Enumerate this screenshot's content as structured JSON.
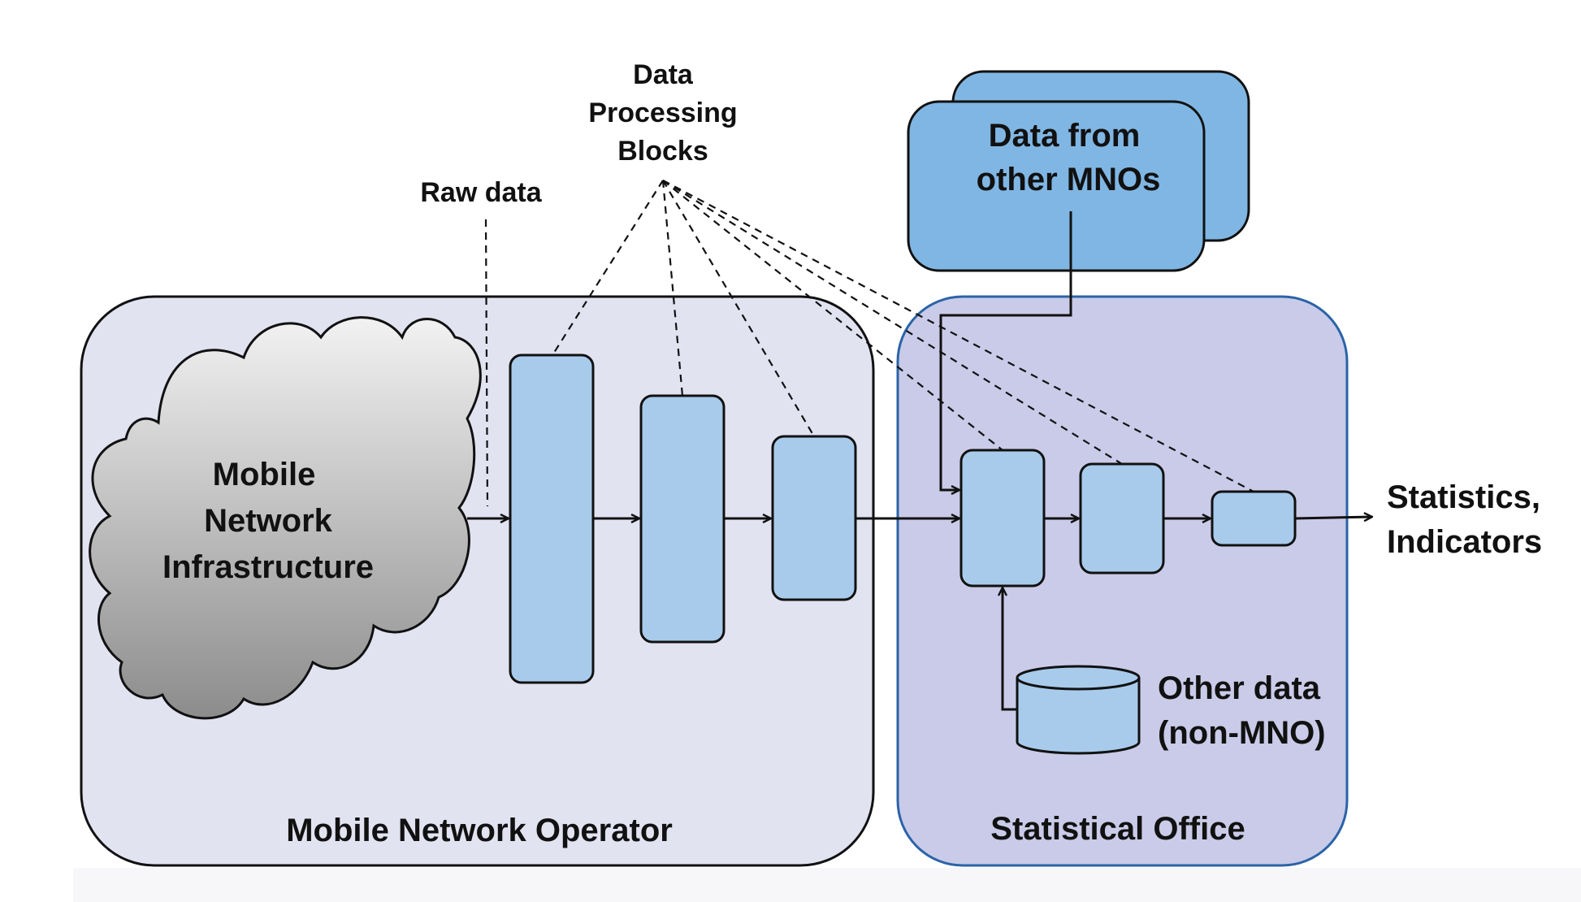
{
  "labels": {
    "data_processing_blocks": [
      "Data",
      "Processing",
      "Blocks"
    ],
    "raw_data": "Raw data",
    "data_from_other_mnos": [
      "Data from",
      "other MNOs"
    ],
    "mobile_network_infrastructure": [
      "Mobile",
      "Network",
      "Infrastructure"
    ],
    "statistics_indicators": [
      "Statistics,",
      "Indicators"
    ],
    "other_data": [
      "Other data",
      "(non-MNO)"
    ],
    "mobile_network_operator": "Mobile Network Operator",
    "statistical_office": "Statistical Office"
  },
  "colors": {
    "mno_panel": "#e2e3f1",
    "office_panel": "#c9cbe8",
    "office_border": "#2b63a8",
    "block_fill": "#a8cbec",
    "mnos_fill": "#80b6e3",
    "cloud_light": "#f2f2f2",
    "cloud_dark": "#8c8c8c",
    "stroke": "#111111"
  }
}
